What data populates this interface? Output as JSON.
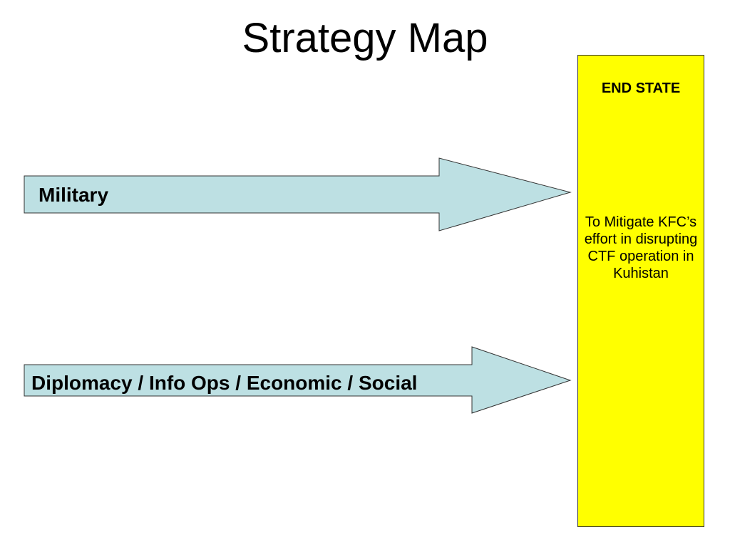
{
  "slide": {
    "title": "Strategy Map"
  },
  "lines_of_effort": [
    {
      "label": "Military"
    },
    {
      "label": "Diplomacy / Info Ops / Economic / Social"
    }
  ],
  "end_state": {
    "heading": "END STATE",
    "body": "To Mitigate KFC’s effort in disrupting CTF operation in Kuhistan"
  },
  "colors": {
    "arrow_fill": "#bde0e3",
    "arrow_stroke": "#333333",
    "end_state_fill": "#ffff00"
  }
}
